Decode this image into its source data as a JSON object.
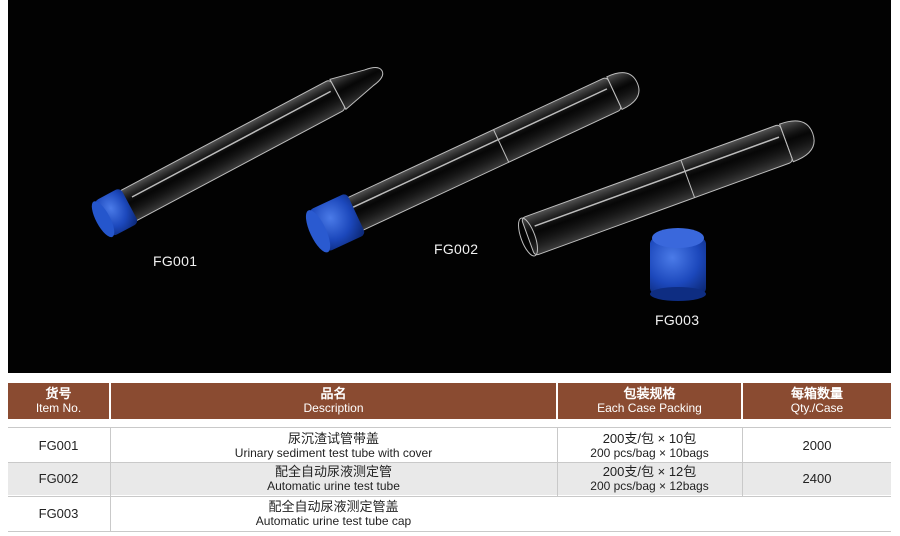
{
  "photo": {
    "labels": [
      "FG001",
      "FG002",
      "FG003"
    ]
  },
  "table": {
    "headers": [
      {
        "zh": "货号",
        "en": "Item No."
      },
      {
        "zh": "品名",
        "en": "Description"
      },
      {
        "zh": "包装规格",
        "en": "Each Case Packing"
      },
      {
        "zh": "每箱数量",
        "en": "Qty./Case"
      }
    ],
    "rows": [
      {
        "item": "FG001",
        "desc_zh": "尿沉渣试管带盖",
        "desc_en": "Urinary sediment test tube with cover",
        "pack_zh": "200支/包 × 10包",
        "pack_en": "200 pcs/bag × 10bags",
        "qty": "2000"
      },
      {
        "item": "FG002",
        "desc_zh": "配全自动尿液测定管",
        "desc_en": "Automatic urine test tube",
        "pack_zh": "200支/包 × 12包",
        "pack_en": "200 pcs/bag × 12bags",
        "qty": "2400"
      },
      {
        "item": "FG003",
        "desc_zh": "配全自动尿液测定管盖",
        "desc_en": "Automatic urine test tube cap",
        "pack_zh": "",
        "pack_en": "",
        "qty": ""
      }
    ]
  },
  "colors": {
    "header_bg": "#8a4b31",
    "cap_blue": "#1f4fc4",
    "row_shade": "#e9e9e9"
  }
}
